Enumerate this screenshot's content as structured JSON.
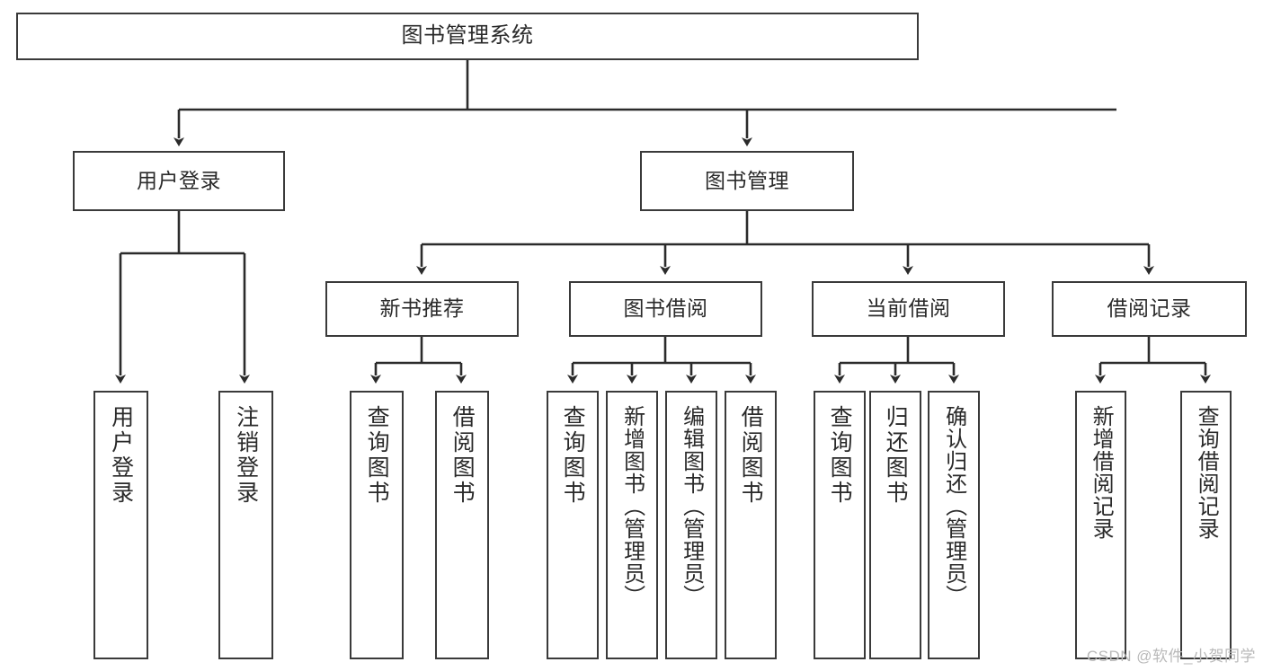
{
  "diagram": {
    "title": "图书管理系统",
    "type": "tree-hierarchy-diagram",
    "colors": {
      "box_border": "#3a3a3a",
      "box_fill": "#ffffff",
      "edge": "#2b2b2b",
      "text": "#2a2a2a",
      "watermark": "#b9b9b9"
    },
    "watermark": "CSDN @软件_小贺同学"
  },
  "nodes": {
    "root": {
      "label": "图书管理系统"
    },
    "level1": [
      {
        "label": "用户登录"
      },
      {
        "label": "图书管理"
      }
    ],
    "level2": [
      {
        "label": "新书推荐"
      },
      {
        "label": "图书借阅"
      },
      {
        "label": "当前借阅"
      },
      {
        "label": "借阅记录"
      }
    ],
    "leaves": {
      "user_login": [
        {
          "label": "用户登录"
        },
        {
          "label": "注销登录"
        }
      ],
      "new_book_recommend": [
        {
          "label": "查询图书"
        },
        {
          "label": "借阅图书"
        }
      ],
      "book_borrow": [
        {
          "label": "查询图书"
        },
        {
          "label": "新增图书（管理员）"
        },
        {
          "label": "编辑图书（管理员）"
        },
        {
          "label": "借阅图书"
        }
      ],
      "current_borrow": [
        {
          "label": "查询图书"
        },
        {
          "label": "归还图书"
        },
        {
          "label": "确认归还（管理员）"
        }
      ],
      "borrow_record": [
        {
          "label": "新增借阅记录"
        },
        {
          "label": "查询借阅记录"
        }
      ]
    }
  }
}
